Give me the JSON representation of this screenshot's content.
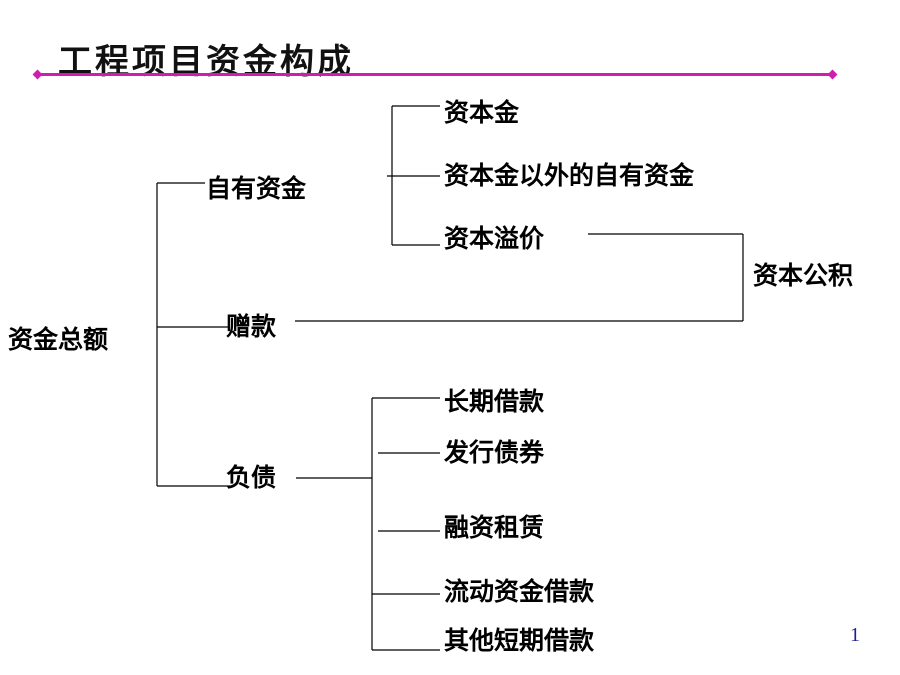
{
  "title": "工程项目资金构成",
  "nodes": {
    "root": "资金总额",
    "own_funds": "自有资金",
    "capital": "资本金",
    "other_own_funds": "资本金以外的自有资金",
    "capital_premium": "资本溢价",
    "capital_reserve": "资本公积",
    "donation": "赠款",
    "liabilities": "负债",
    "long_term_loan": "长期借款",
    "bond_issue": "发行债券",
    "financial_lease": "融资租赁",
    "working_capital_loan": "流动资金借款",
    "other_short_term_loan": "其他短期借款"
  },
  "page_number": "1",
  "colors": {
    "accent_rule": "#cc1fb0",
    "page_number": "#1f1f8f"
  }
}
